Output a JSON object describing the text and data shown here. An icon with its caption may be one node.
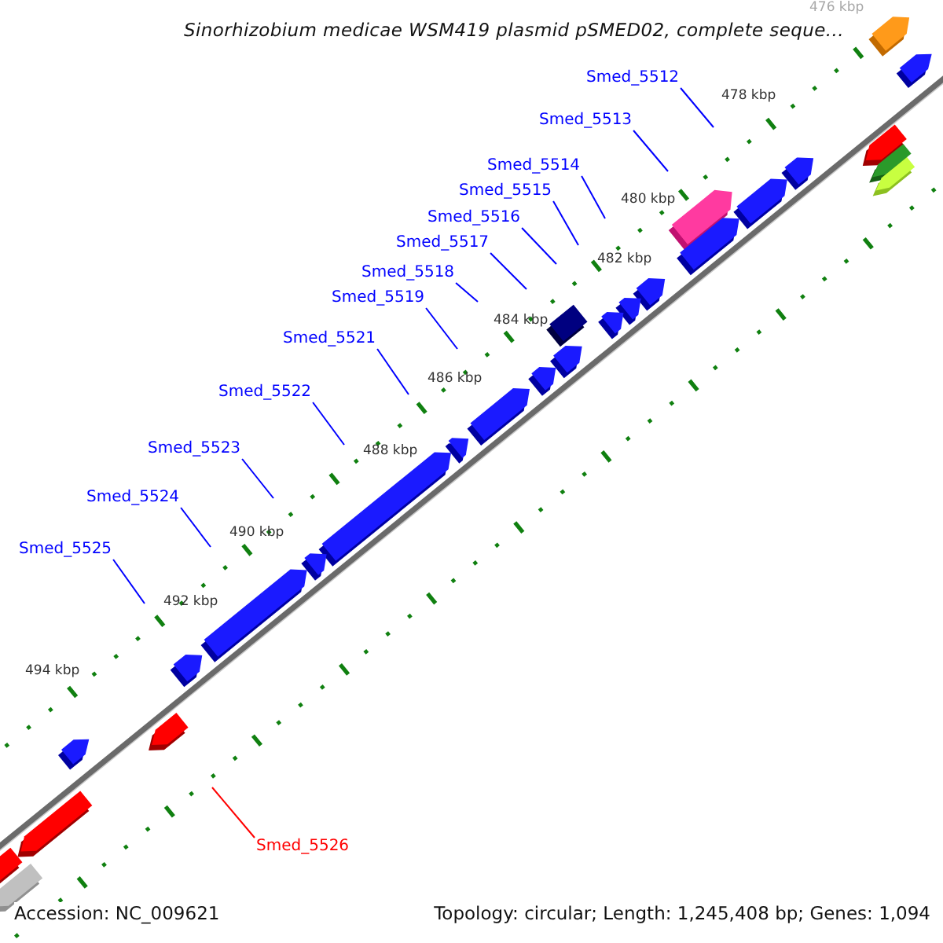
{
  "diagram": {
    "title": "Sinorhizobium medicae WSM419 plasmid pSMED02, complete seque...",
    "nodes": [
      {
        "text": [
          "Smed_5512"
        ]
      },
      {
        "text": [
          "Smed_5513"
        ]
      },
      {
        "text": [
          "Smed_5514"
        ]
      },
      {
        "text": [
          "Smed_5515"
        ]
      },
      {
        "text": [
          "Smed_5516"
        ]
      },
      {
        "text": [
          "Smed_5517"
        ]
      },
      {
        "text": [
          "Smed_5518"
        ]
      },
      {
        "text": [
          "Smed_5519"
        ]
      },
      {
        "text": [
          "Smed_5521"
        ]
      },
      {
        "text": [
          "Smed_5522"
        ]
      },
      {
        "text": [
          "Smed_5523"
        ]
      },
      {
        "text": [
          "Smed_5524"
        ]
      },
      {
        "text": [
          "Smed_5525"
        ]
      },
      {
        "text": [
          "Smed_5526"
        ]
      }
    ],
    "edges": [
      {
        "from": 0,
        "to": null,
        "arrow": "none"
      },
      {
        "from": 1,
        "to": null,
        "arrow": "none"
      },
      {
        "from": 2,
        "to": null,
        "arrow": "none"
      },
      {
        "from": 3,
        "to": null,
        "arrow": "none"
      },
      {
        "from": 4,
        "to": null,
        "arrow": "none"
      },
      {
        "from": 5,
        "to": null,
        "arrow": "none"
      },
      {
        "from": 6,
        "to": null,
        "arrow": "none"
      },
      {
        "from": 7,
        "to": null,
        "arrow": "none"
      },
      {
        "from": 8,
        "to": null,
        "arrow": "none"
      },
      {
        "from": 9,
        "to": null,
        "arrow": "none"
      },
      {
        "from": 10,
        "to": null,
        "arrow": "none"
      },
      {
        "from": 11,
        "to": null,
        "arrow": "none"
      },
      {
        "from": 12,
        "to": null,
        "arrow": "none"
      },
      {
        "from": 13,
        "to": null,
        "arrow": "none",
        "color": "#ff0000"
      }
    ],
    "labels": [
      "476 kbp",
      "478 kbp",
      "480 kbp",
      "482 kbp",
      "484 kbp",
      "486 kbp",
      "488 kbp",
      "490 kbp",
      "492 kbp",
      "494 kbp",
      "Accession: NC_009621",
      "Topology: circular; Length: 1,245,408 bp; Genes: 1,094"
    ]
  }
}
